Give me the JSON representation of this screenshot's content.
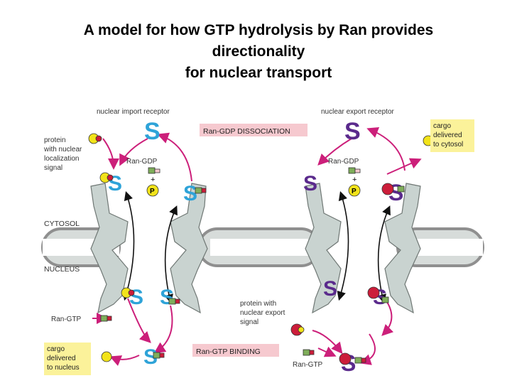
{
  "title": {
    "line1": "A model for how GTP hydrolysis by Ran provides",
    "line2": "directionality",
    "line3": "for nuclear transport"
  },
  "labels": {
    "nuclear_import_receptor": "nuclear import receptor",
    "nuclear_export_receptor": "nuclear export receptor",
    "ran_gdp_dissociation": "Ran-GDP DISSOCIATION",
    "ran_gtp_binding": "Ran-GTP BINDING",
    "protein_nls_1": "protein",
    "protein_nls_2": "with nuclear",
    "protein_nls_3": "localization",
    "protein_nls_4": "signal",
    "ran_gdp_left": "Ran-GDP",
    "ran_gdp_right": "Ran-GDP",
    "plus_left": "+",
    "plus_right": "+",
    "p_left": "P",
    "p_right": "P",
    "cytosol": "CYTOSOL",
    "nucleus": "NUCLEUS",
    "ran_gtp_left": "Ran-GTP",
    "ran_gtp_right": "Ran-GTP",
    "cargo_nucleus_1": "cargo",
    "cargo_nucleus_2": "delivered",
    "cargo_nucleus_3": "to nucleus",
    "cargo_cytosol_1": "cargo",
    "cargo_cytosol_2": "delivered",
    "cargo_cytosol_3": "to cytosol",
    "export_signal_1": "protein with",
    "export_signal_2": "nuclear export",
    "export_signal_3": "signal"
  },
  "colors": {
    "import_receptor": "#2ea3d8",
    "export_receptor": "#5a2a8c",
    "arrow": "#cc1f7a",
    "pore": "#c9d3d0",
    "membrane": "#a9a9a9",
    "cargo_yellow": "#f2e31a",
    "cargo_red": "#cc1d3a",
    "ran_green": "#7fae5a",
    "label_box_pink": "#f6c9cf",
    "label_box_yellow": "#fbf29a"
  }
}
